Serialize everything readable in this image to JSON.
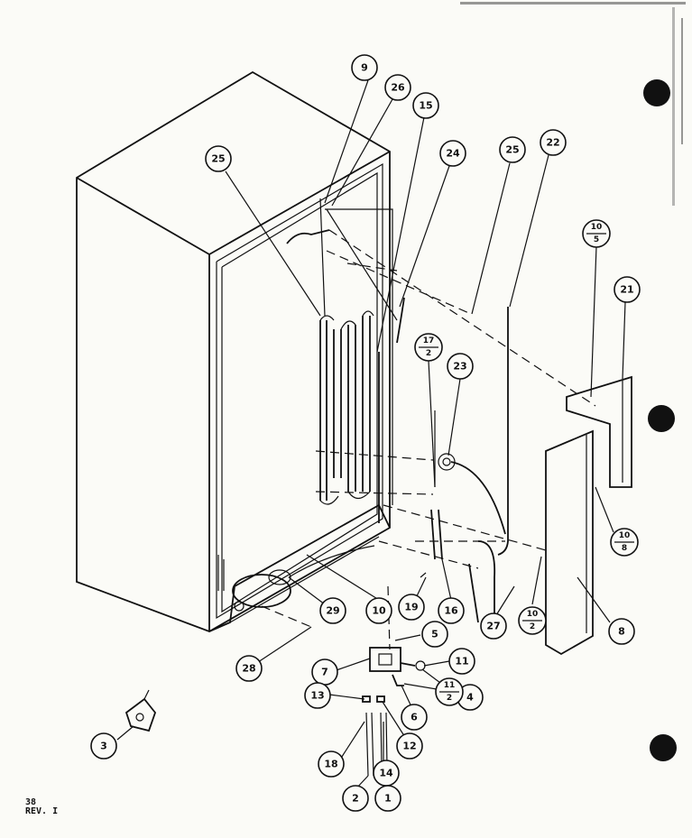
{
  "footer": {
    "page_number": "38",
    "revision": "REV. I"
  },
  "callouts": [
    {
      "id": "c9",
      "label": "9"
    },
    {
      "id": "c26",
      "label": "26"
    },
    {
      "id": "c15",
      "label": "15"
    },
    {
      "id": "c25a",
      "label": "25"
    },
    {
      "id": "c24",
      "label": "24"
    },
    {
      "id": "c25b",
      "label": "25"
    },
    {
      "id": "c22",
      "label": "22"
    },
    {
      "id": "c21",
      "label": "21"
    },
    {
      "id": "c23",
      "label": "23"
    },
    {
      "id": "c8",
      "label": "8"
    },
    {
      "id": "c29",
      "label": "29"
    },
    {
      "id": "c10",
      "label": "10"
    },
    {
      "id": "c19",
      "label": "19"
    },
    {
      "id": "c16",
      "label": "16"
    },
    {
      "id": "c27",
      "label": "27"
    },
    {
      "id": "c5",
      "label": "5"
    },
    {
      "id": "c11",
      "label": "11"
    },
    {
      "id": "c7",
      "label": "7"
    },
    {
      "id": "c28",
      "label": "28"
    },
    {
      "id": "c4",
      "label": "4"
    },
    {
      "id": "c6",
      "label": "6"
    },
    {
      "id": "c13",
      "label": "13"
    },
    {
      "id": "c12",
      "label": "12"
    },
    {
      "id": "c3",
      "label": "3"
    },
    {
      "id": "c18",
      "label": "18"
    },
    {
      "id": "c14",
      "label": "14"
    },
    {
      "id": "c2",
      "label": "2"
    },
    {
      "id": "c1",
      "label": "1"
    }
  ],
  "fraction_callouts": [
    {
      "id": "f10_5",
      "top": "10",
      "bottom": "5"
    },
    {
      "id": "f17_2",
      "top": "17",
      "bottom": "2"
    },
    {
      "id": "f10_8",
      "top": "10",
      "bottom": "8"
    },
    {
      "id": "f10_2",
      "top": "10",
      "bottom": "2"
    },
    {
      "id": "f11_2",
      "top": "11",
      "bottom": "2"
    }
  ]
}
